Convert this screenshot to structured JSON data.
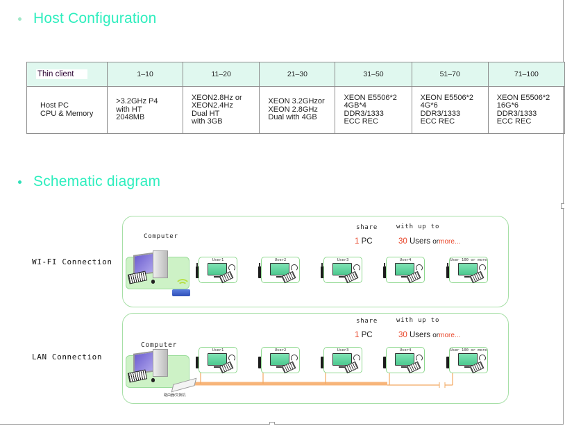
{
  "sections": {
    "host_config_title": "Host Configuration",
    "schematic_title": "Schematic diagram"
  },
  "table": {
    "header_label": "Thin client",
    "row_label": "Host PC\nCPU & Memory",
    "columns": [
      {
        "range": "1–10",
        "spec": ">3.2GHz P4\nwith HT\n2048MB"
      },
      {
        "range": "11–20",
        "spec": "XEON2.8Hz or\nXEON2.4Hz\nDual HT\nwith 3GB"
      },
      {
        "range": "21–30",
        "spec": "XEON 3.2GHzor\nXEON 2.8GHz\nDual with 4GB"
      },
      {
        "range": "31–50",
        "spec": "XEON E5506*2\n4GB*4\nDDR3/1333\nECC REC"
      },
      {
        "range": "51–70",
        "spec": "XEON E5506*2\n4G*6\nDDR3/1333\nECC REC"
      },
      {
        "range": "71–100",
        "spec": "XEON E5506*2\n16G*6\nDDR3/1333\nECC REC"
      }
    ]
  },
  "diagram": {
    "wifi": {
      "label": "WI-FI Connection",
      "computer_label": "Computer",
      "share_label": "share",
      "with_up_to_label": "with up to",
      "pc_count": "1",
      "pc_unit": "PC",
      "user_count": "30",
      "users_unit": "Users",
      "or_text": "or",
      "more_text": "more...",
      "users": [
        "User1",
        "User2",
        "User3",
        "User4",
        "User 100 or more"
      ]
    },
    "lan": {
      "label": "LAN Connection",
      "computer_label": "Computer",
      "switch_label": "路由器/交换机",
      "share_label": "share",
      "with_up_to_label": "with up to",
      "pc_count": "1",
      "pc_unit": "PC",
      "user_count": "30",
      "users_unit": "Users",
      "or_text": "or",
      "more_text": "more...",
      "users": [
        "User1",
        "User2",
        "User3",
        "User4",
        "User 100 or more"
      ]
    },
    "colors": {
      "accent_teal": "#2eeebe",
      "panel_green": "#a6dfa6",
      "highlight_red": "#e8462a",
      "cable_orange": "#f7b57a"
    }
  }
}
